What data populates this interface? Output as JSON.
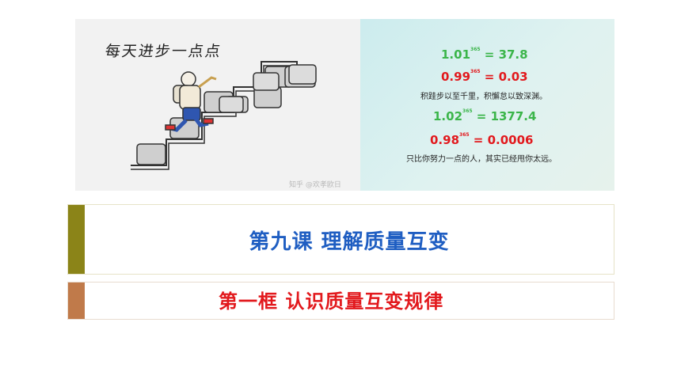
{
  "banner": {
    "hand_title": "每天进步一点点",
    "watermark": "知乎 @欢孝欧日",
    "equations": [
      {
        "base": "1.01",
        "exp": "365",
        "result": "37.8",
        "color": "green"
      },
      {
        "base": "0.99",
        "exp": "365",
        "result": "0.03",
        "color": "red"
      },
      {
        "base": "1.02",
        "exp": "365",
        "result": "1377.4",
        "color": "green"
      },
      {
        "base": "0.98",
        "exp": "365",
        "result": "0.0006",
        "color": "red"
      }
    ],
    "proverb_1": "积跬步以至千里，积懈怠以致深渊。",
    "proverb_2": "只比你努力一点的人，其实已经甩你太远。"
  },
  "lesson": {
    "title": "第九课   理解质量互变",
    "subtitle": "第一框   认识质量互变规律"
  },
  "colors": {
    "title_bar": "#8b8418",
    "subtitle_bar": "#c07a4a",
    "title_text": "#1f5ec2",
    "subtitle_text": "#e2191d",
    "eq_green": "#3bb54a",
    "eq_red": "#e2191d"
  }
}
